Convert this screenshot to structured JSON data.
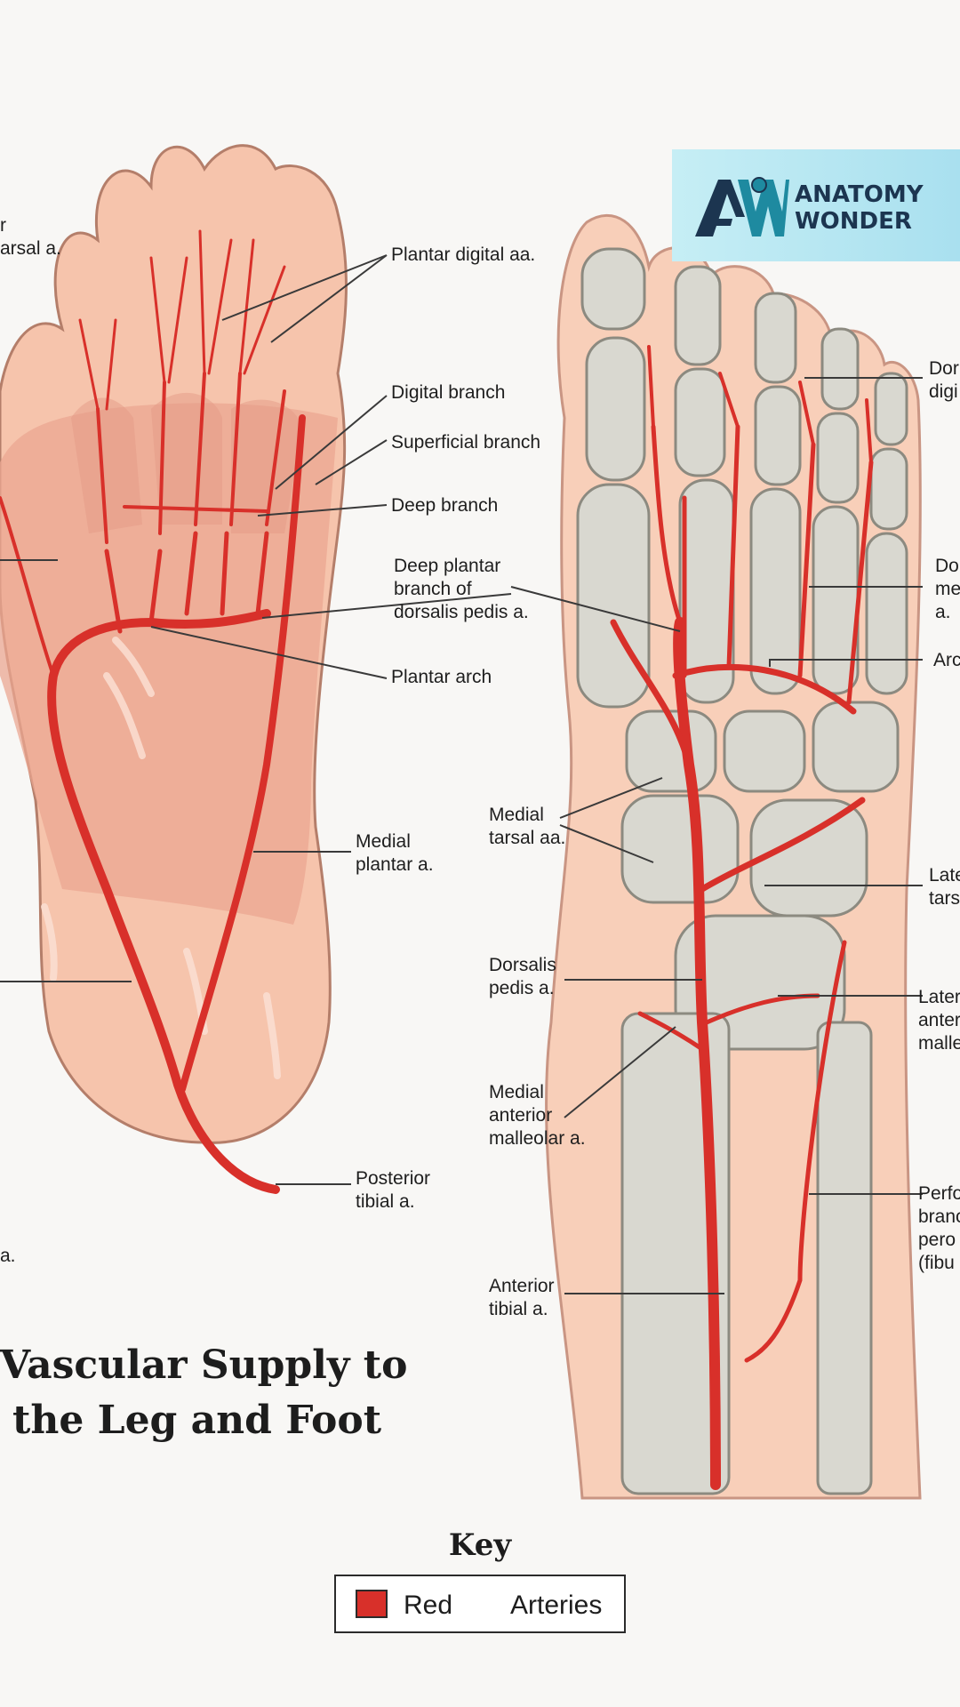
{
  "title_lines": [
    "Vascular Supply to",
    "the Leg and Foot"
  ],
  "logo": {
    "line1": "ANATOMY",
    "line2": "WONDER",
    "colors": {
      "navy": "#1c3550",
      "teal": "#1e8aa0"
    }
  },
  "colors": {
    "artery": "#d8302a",
    "skin": "#f6c4ac",
    "bone": "#d9d8d0"
  },
  "labels": {
    "left_top_partial_1": "r",
    "left_top_partial_2": "arsal a.",
    "plantar_digital": "Plantar digital aa.",
    "digital_branch": "Digital branch",
    "superficial_branch": "Superficial branch",
    "deep_branch": "Deep branch",
    "deep_plantar_1": "Deep plantar",
    "deep_plantar_2": "branch of",
    "deep_plantar_3": "dorsalis pedis a.",
    "plantar_arch": "Plantar arch",
    "medial_plantar_1": "Medial",
    "medial_plantar_2": "plantar a.",
    "posterior_tibial_1": "Posterior",
    "posterior_tibial_2": "tibial a.",
    "left_bottom_partial": "a.",
    "medial_tarsal_1": "Medial",
    "medial_tarsal_2": "tarsal aa.",
    "dorsalis_pedis_1": "Dorsalis",
    "dorsalis_pedis_2": "pedis a.",
    "medial_anterior_malleolar_1": "Medial",
    "medial_anterior_malleolar_2": "anterior",
    "medial_anterior_malleolar_3": "malleolar a.",
    "anterior_tibial_1": "Anterior",
    "anterior_tibial_2": "tibial a.",
    "r_dorsal_digital_1": "Dor",
    "r_dorsal_digital_2": "digi",
    "r_dorsal_metatarsal_1": "Do",
    "r_dorsal_metatarsal_2": "me",
    "r_dorsal_metatarsal_3": "a.",
    "r_arcuate": "Arc",
    "r_lateral_tarsal_1": "Late",
    "r_lateral_tarsal_2": "tars",
    "r_lateral_ant_malleolar_1": "Later",
    "r_lateral_ant_malleolar_2": "anter",
    "r_lateral_ant_malleolar_3": "malle",
    "r_perforating_1": "Perfo",
    "r_perforating_2": "branc",
    "r_perforating_3": "pero",
    "r_perforating_4": "(fibu"
  },
  "key": {
    "title": "Key",
    "color_word": "Red",
    "meaning": "Arteries"
  }
}
